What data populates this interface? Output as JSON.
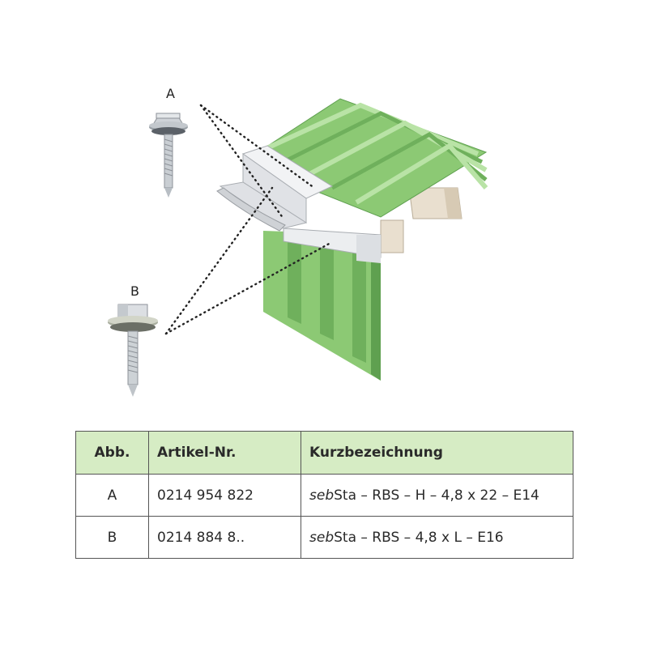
{
  "figure": {
    "label_a": "A",
    "label_b": "B",
    "colors": {
      "profile_green": "#8cc974",
      "profile_green_dark": "#5fa050",
      "flashing_white": "#ecedef",
      "wood": "#e9dfcf",
      "table_header": "#d6ecc4"
    },
    "icons": [
      "screw-a-icon",
      "screw-b-icon",
      "corrugated-sheet-illustration"
    ]
  },
  "table": {
    "headers": [
      "Abb.",
      "Artikel-Nr.",
      "Kurzbezeichnung"
    ],
    "rows": [
      {
        "abb": "A",
        "artikel": "0214 954 822",
        "name_italic": "seb",
        "name_rest": "Sta – RBS – H – 4,8 x 22 – E14"
      },
      {
        "abb": "B",
        "artikel": "0214 884 8..",
        "name_italic": "seb",
        "name_rest": "Sta – RBS – 4,8 x L – E16"
      }
    ]
  }
}
